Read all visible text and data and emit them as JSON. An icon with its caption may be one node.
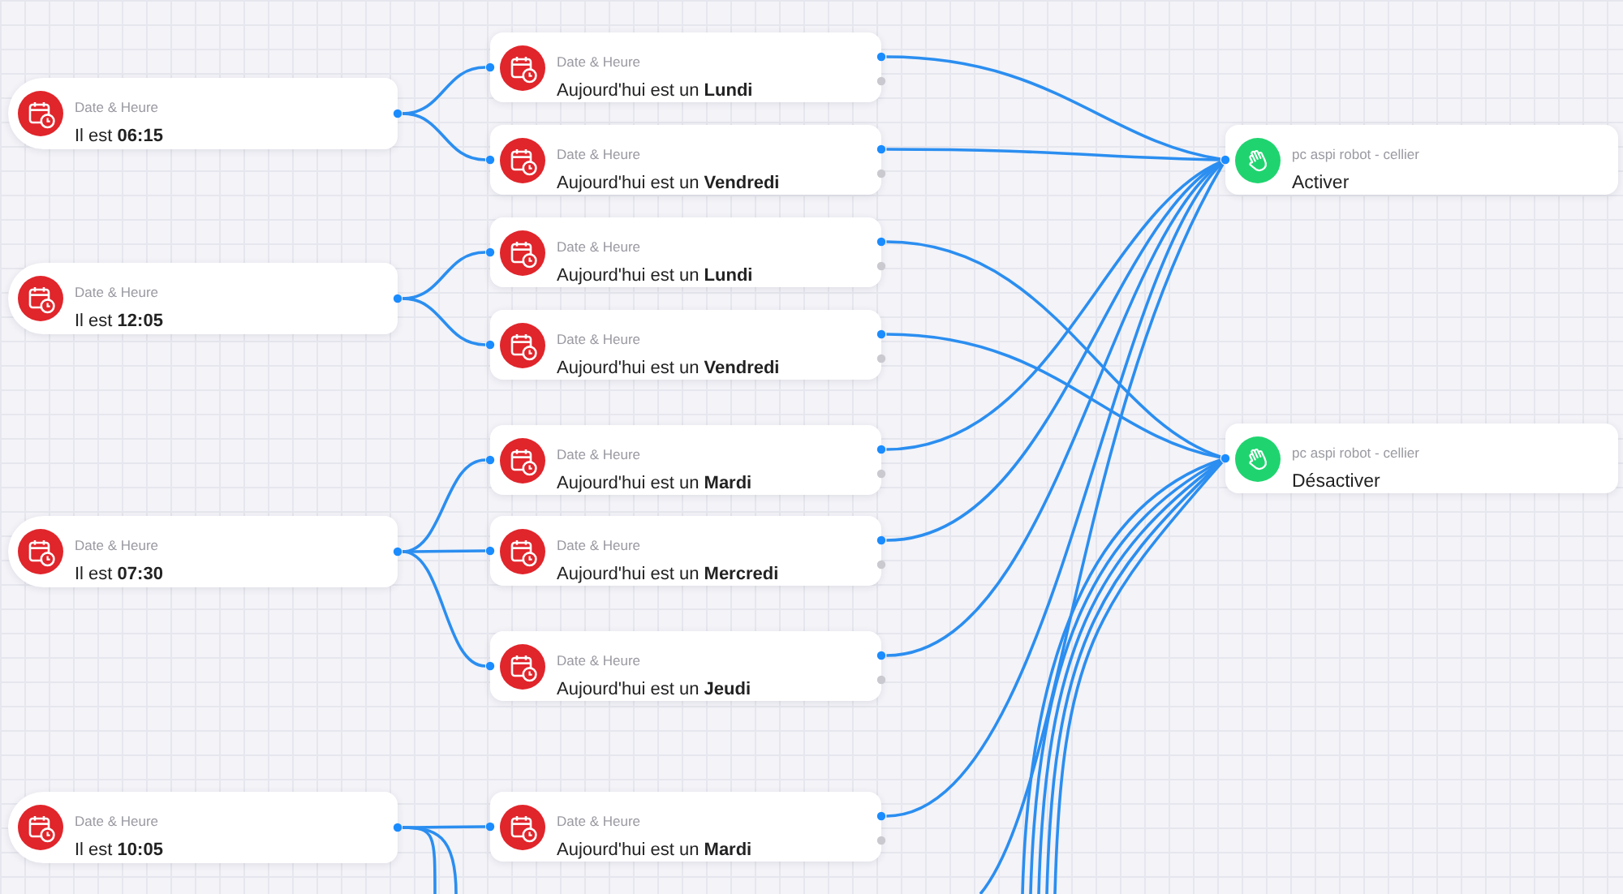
{
  "diagram": {
    "nodes": [
      {
        "text": [
          "Date & Heure",
          "Il est **06:15**"
        ]
      },
      {
        "text": [
          "Date & Heure",
          "Aujourd'hui est un **Lundi**"
        ]
      },
      {
        "text": [
          "Date & Heure",
          "Aujourd'hui est un **Vendredi**"
        ]
      },
      {
        "text": [
          "Date & Heure",
          "Il est **12:05**"
        ]
      },
      {
        "text": [
          "Date & Heure",
          "Aujourd'hui est un **Lundi**"
        ]
      },
      {
        "text": [
          "Date & Heure",
          "Aujourd'hui est un **Vendredi**"
        ]
      },
      {
        "text": [
          "Date & Heure",
          "Il est **07:30**"
        ]
      },
      {
        "text": [
          "Date & Heure",
          "Aujourd'hui est un **Mardi**"
        ]
      },
      {
        "text": [
          "Date & Heure",
          "Aujourd'hui est un **Mercredi**"
        ]
      },
      {
        "text": [
          "Date & Heure",
          "Aujourd'hui est un **Jeudi**"
        ]
      },
      {
        "text": [
          "Date & Heure",
          "Il est **10:05**"
        ]
      },
      {
        "text": [
          "Date & Heure",
          "Aujourd'hui est un **Mardi**"
        ]
      },
      {
        "text": [
          "pc aspi robot - cellier",
          "Activer"
        ]
      },
      {
        "text": [
          "pc aspi robot - cellier",
          "Désactiver"
        ]
      }
    ],
    "edges": [
      {
        "from": 0,
        "to": 1,
        "arrow": "none"
      },
      {
        "from": 0,
        "to": 2,
        "arrow": "none"
      },
      {
        "from": 3,
        "to": 4,
        "arrow": "none"
      },
      {
        "from": 3,
        "to": 5,
        "arrow": "none"
      },
      {
        "from": 6,
        "to": 7,
        "arrow": "none"
      },
      {
        "from": 6,
        "to": 8,
        "arrow": "none"
      },
      {
        "from": 6,
        "to": 9,
        "arrow": "none"
      },
      {
        "from": 10,
        "to": 11,
        "arrow": "none"
      },
      {
        "from": 10,
        "to": null,
        "arrow": "none"
      },
      {
        "from": 10,
        "to": null,
        "arrow": "none"
      },
      {
        "from": 1,
        "to": 12,
        "arrow": "none"
      },
      {
        "from": 2,
        "to": 12,
        "arrow": "none"
      },
      {
        "from": 4,
        "to": 13,
        "arrow": "none"
      },
      {
        "from": 5,
        "to": 13,
        "arrow": "none"
      },
      {
        "from": 7,
        "to": 12,
        "arrow": "none"
      },
      {
        "from": 8,
        "to": 12,
        "arrow": "none"
      },
      {
        "from": 9,
        "to": 12,
        "arrow": "none"
      },
      {
        "from": 11,
        "to": 12,
        "arrow": "none"
      },
      {
        "from": null,
        "to": 12,
        "arrow": "none"
      },
      {
        "from": null,
        "to": 13,
        "arrow": "none"
      },
      {
        "from": null,
        "to": 13,
        "arrow": "none"
      },
      {
        "from": null,
        "to": 13,
        "arrow": "none"
      },
      {
        "from": null,
        "to": 13,
        "arrow": "none"
      },
      {
        "from": null,
        "to": 13,
        "arrow": "none"
      }
    ]
  }
}
